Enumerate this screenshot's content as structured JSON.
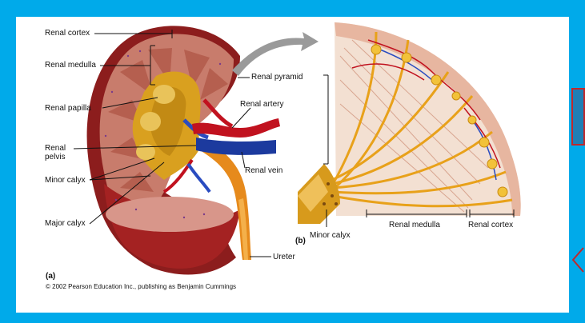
{
  "labels": {
    "renal_cortex": "Renal cortex",
    "renal_medulla": "Renal medulla",
    "renal_papilla": "Renal papilla",
    "renal_pelvis": "Renal\npelvis",
    "minor_calyx_a": "Minor calyx",
    "major_calyx": "Major calyx",
    "renal_pyramid": "Renal pyramid",
    "renal_artery": "Renal artery",
    "renal_vein": "Renal vein",
    "ureter": "Ureter",
    "minor_calyx_b": "Minor calyx",
    "renal_medulla_b": "Renal medulla",
    "renal_cortex_b": "Renal cortex",
    "panel_a": "(a)",
    "panel_b": "(b)"
  },
  "copyright": "© 2002 Pearson Education Inc., publishing as Benjamin Cummings",
  "colors": {
    "frame": "#00aaea",
    "nav_box": "#1f7fb5",
    "nav_border": "#c0282c"
  }
}
